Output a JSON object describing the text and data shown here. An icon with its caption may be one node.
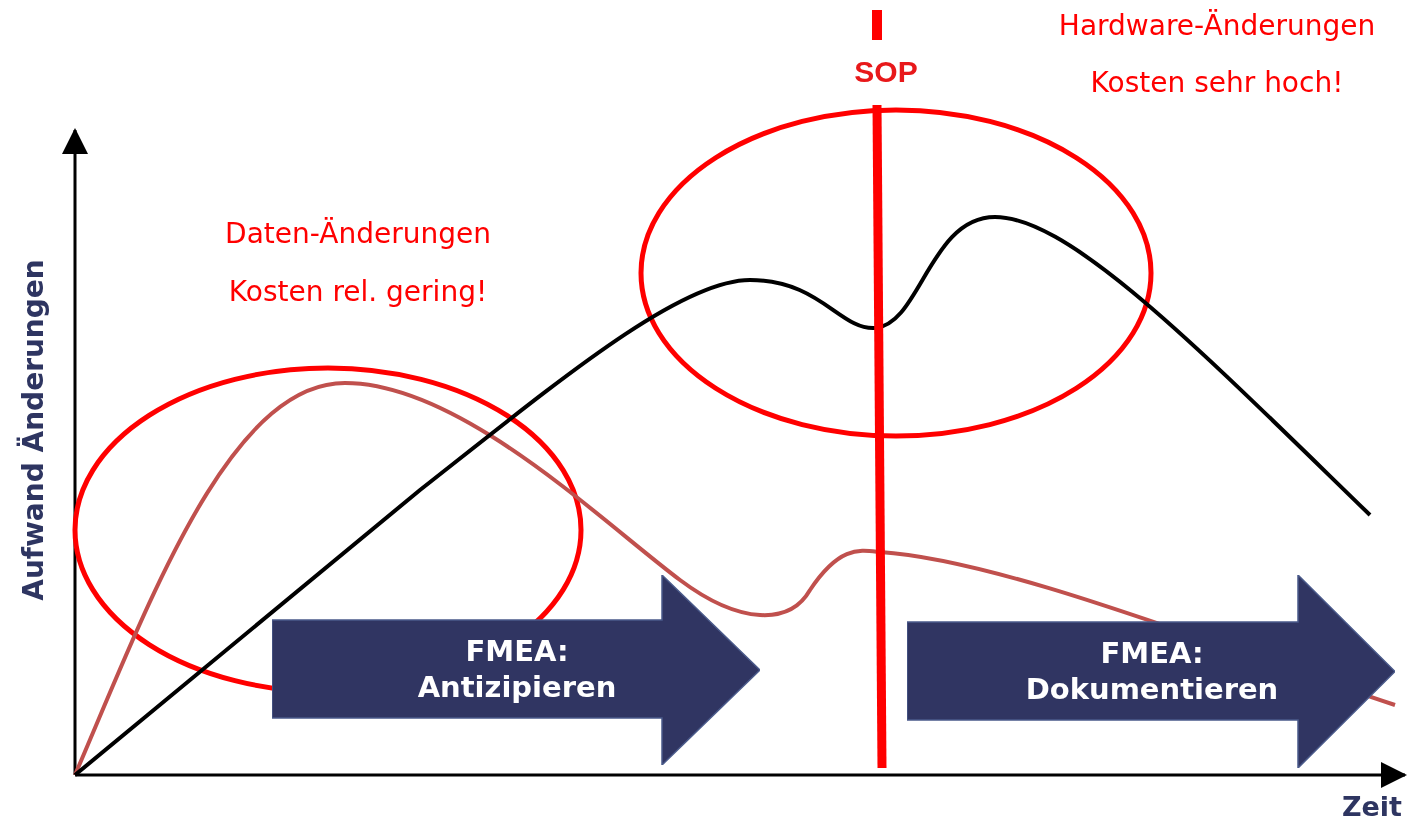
{
  "diagram": {
    "nodes": [
      {
        "text": [
          "FMEA: Antizipieren"
        ]
      },
      {
        "text": [
          "FMEA: Dokumentieren"
        ]
      }
    ],
    "labels": [
      "Hardware-Änderungen",
      "SOP",
      "Kosten sehr hoch!",
      "Daten-Änderungen",
      "Kosten rel. gering!",
      "Aufwand Änderungen",
      "Zeit"
    ]
  }
}
